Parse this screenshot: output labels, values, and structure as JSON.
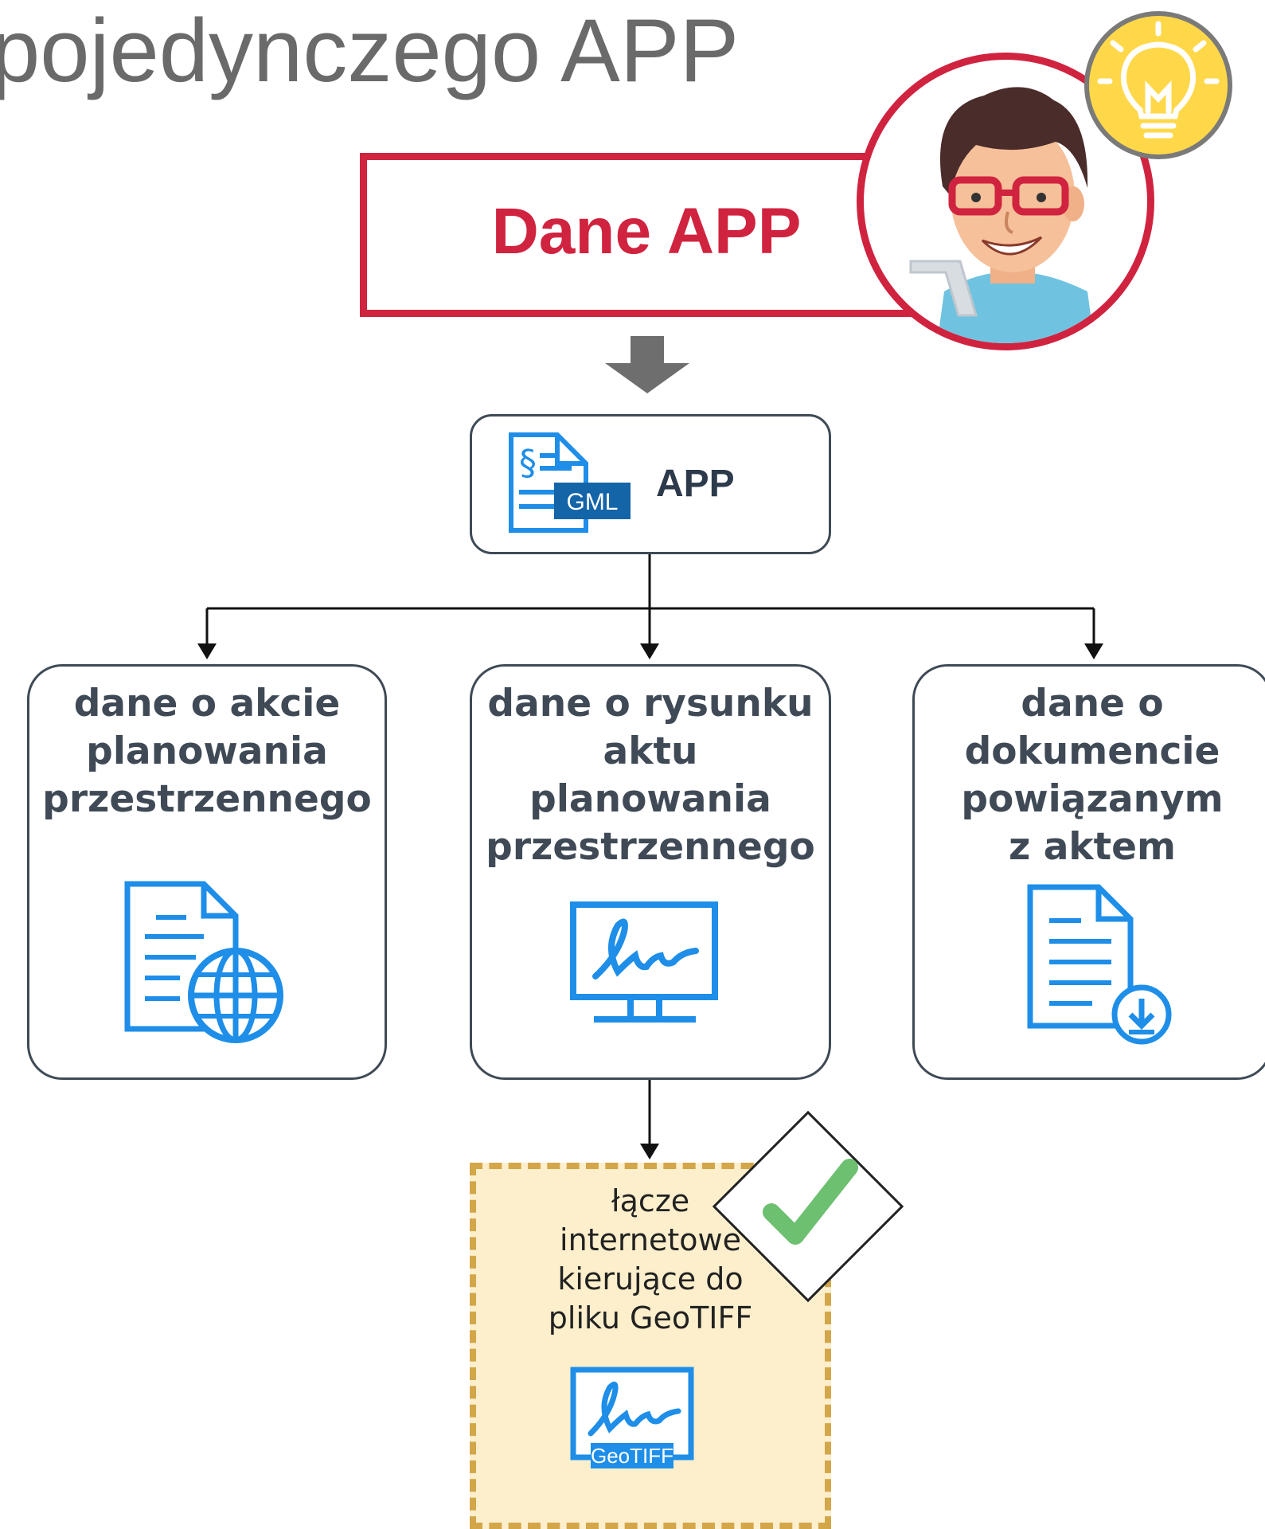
{
  "title": "pojedynczego APP",
  "hero": {
    "label": "Dane APP",
    "accent_color": "#d0233f"
  },
  "app_node": {
    "label": "APP",
    "icon": "gml-document-icon",
    "badge": "GML"
  },
  "cards": [
    {
      "lines": [
        "dane o akcie",
        "planowania",
        "przestrzennego"
      ],
      "icon": "document-globe-icon"
    },
    {
      "lines": [
        "dane o rysunku",
        "aktu",
        "planowania",
        "przestrzennego"
      ],
      "icon": "monitor-signature-icon"
    },
    {
      "lines": [
        "dane o",
        "dokumencie",
        "powiązanym",
        "z aktem"
      ],
      "icon": "document-download-icon"
    }
  ],
  "link_node": {
    "lines": [
      "łącze",
      "internetowe",
      "kierujące do",
      "pliku GeoTIFF"
    ],
    "icon": "geotiff-signature-icon",
    "badge": "GeoTIFF",
    "status_icon": "checkmark-icon"
  },
  "colors": {
    "icon_blue": "#1e8ee8",
    "box_border": "#3f4a56",
    "dashed_border": "#d4a64a",
    "dashed_fill": "#fdefcc",
    "check_green": "#6cc070",
    "bulb_yellow": "#ffd84a"
  }
}
